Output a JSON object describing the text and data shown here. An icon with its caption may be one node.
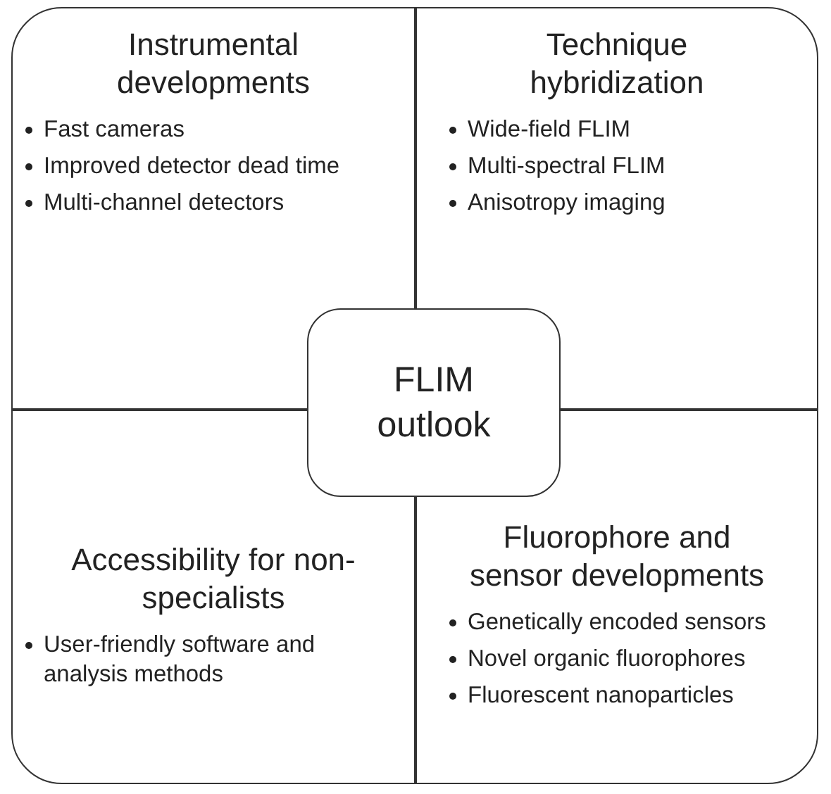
{
  "diagram": {
    "nodes": [
      {
        "text": [],
        "shape": "box"
      },
      {
        "text": [
          "Instrumental developments",
          "Fast cameras",
          "Improved detector dead time",
          "Multi-channel detectors"
        ],
        "in": 0
      },
      {
        "text": [
          "Technique hybridization",
          "Wide-field FLIM",
          "Multi-spectral FLIM",
          "Anisotropy imaging"
        ],
        "in": 0
      },
      {
        "text": [
          "FLIM outlook"
        ],
        "in": 0
      },
      {
        "text": [
          "Accessibility for non-specialists",
          "User-friendly software and analysis methods"
        ],
        "in": 0
      },
      {
        "text": [
          "Fluorophore and sensor developments",
          "Genetically encoded sensors",
          "Novel organic fluorophores",
          "Fluorescent nanoparticles"
        ],
        "in": 0
      }
    ]
  }
}
